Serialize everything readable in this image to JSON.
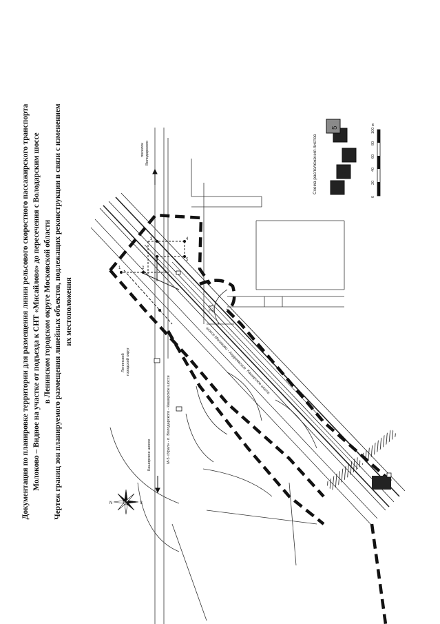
{
  "page_number": "23",
  "title": {
    "line1": "Документация по планировке территории для размещения линии рельсового скоростного пассажирского транспорта",
    "line2": "Молоково – Видное на участке от подъезда к СНТ «Мисайлово» до пересечения с Володарским шоссе",
    "line3": "в Ленинском городском округе Московской области",
    "line4": "Чертеж границ зон планируемого размещения линейных объектов, подлежащих реконструкции в связи с изменением",
    "line5": "их местоположения"
  },
  "map_labels": {
    "settlement": "поселок",
    "settlement_name": "Володарского",
    "district_line1": "Ленинский",
    "district_line2": "городской округ",
    "road_kashirskoe": "Каширское шоссе",
    "road_m5": "М-5 «Урал» - п. Володарского - Каширское шоссе",
    "road_molokovo": "шоссе Молоково - Андреевское",
    "road_kashirskoe_inner": "Каширское шоссе",
    "compass_n": "N",
    "compass_s": "S"
  },
  "markers": [
    "1",
    "2",
    "3",
    "4",
    "5",
    "6"
  ],
  "sheet_scheme": {
    "title": "Схема расположения листов",
    "sheets": [
      "1",
      "2",
      "3",
      "4",
      "5"
    ],
    "active_sheet": "5"
  },
  "scale_bar": {
    "ticks": [
      "0",
      "20",
      "40",
      "60",
      "80",
      "100 м"
    ]
  },
  "colors": {
    "ink": "#111111",
    "active_sheet_fill": "#8a8a8a"
  }
}
